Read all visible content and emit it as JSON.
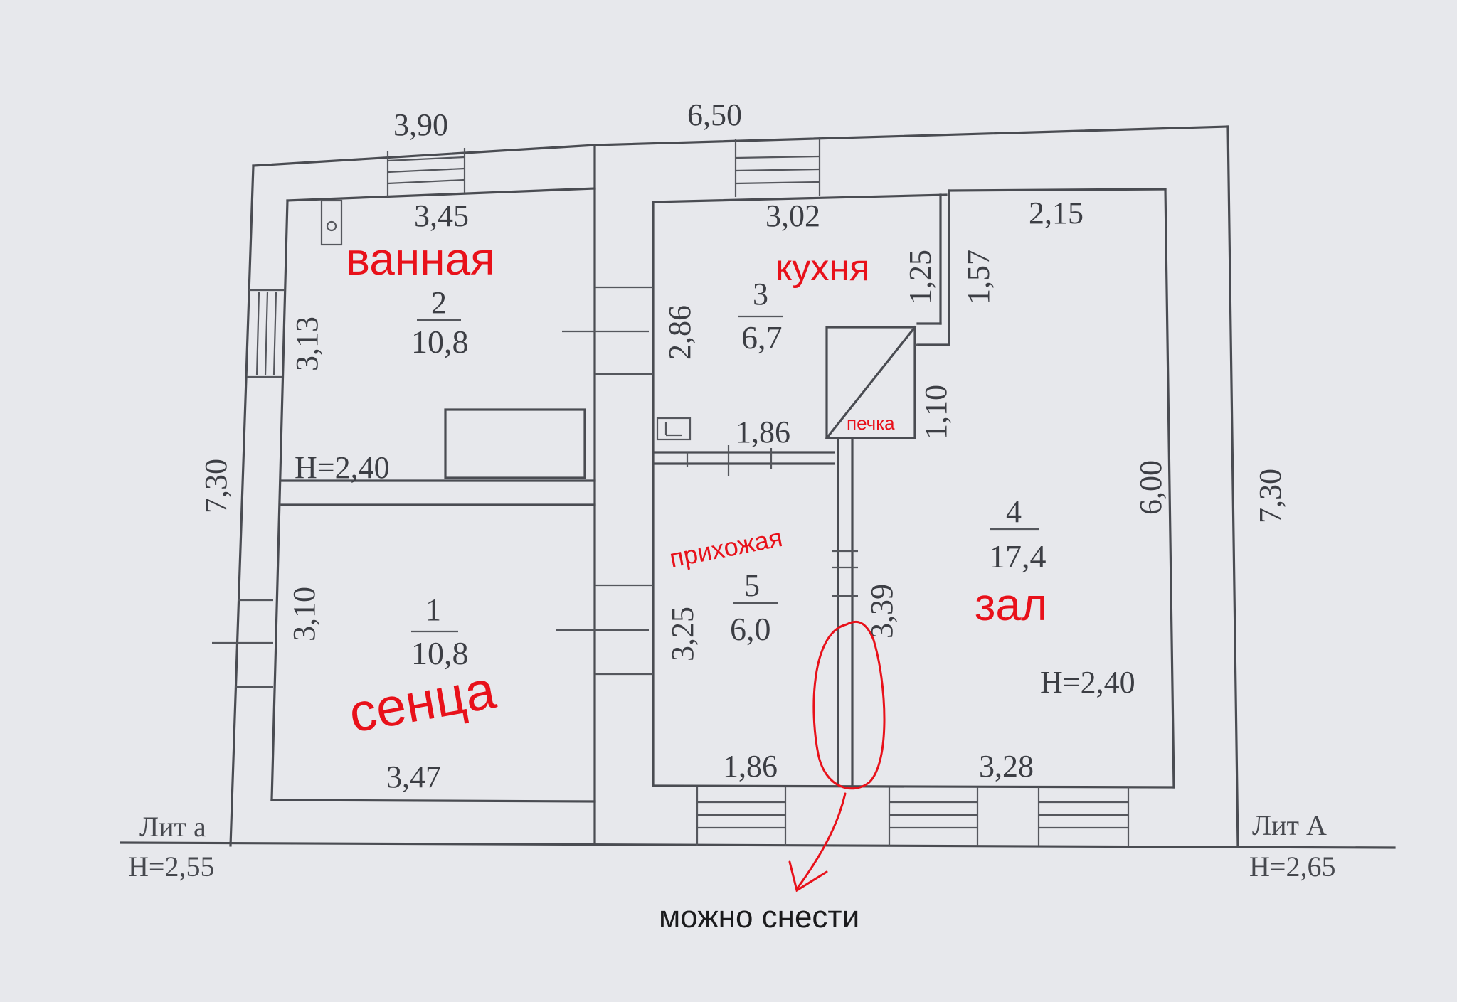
{
  "plan": {
    "overall_dimensions": {
      "top_left": "3,90",
      "top_right": "6,50",
      "left_height": "7,30",
      "right_height": "7,30"
    },
    "room_dimensions": {
      "r2_top": "3,45",
      "r2_left": "3,13",
      "r1_left": "3,10",
      "r1_bottom": "3,47",
      "kitchen_top": "3,02",
      "kitchen_left": "2,86",
      "kitchen_partition_1": "1,25",
      "kitchen_partition_2": "1,57",
      "hall_top": "2,15",
      "stove_height": "1,10",
      "corridor_width": "1,86",
      "hall_right": "6,00",
      "entry_left": "3,25",
      "partition_length": "3,39",
      "entry_bottom": "1,86",
      "hall_bottom": "3,28"
    },
    "heights": {
      "left_block": "Н=2,40",
      "right_block": "Н=2,40",
      "lit_a_small_label": "Лит а",
      "lit_a_small_height": "Н=2,55",
      "lit_a_big_label": "Лит А",
      "lit_a_big_height": "Н=2,65"
    },
    "rooms": [
      {
        "number": "1",
        "area": "10,8"
      },
      {
        "number": "2",
        "area": "10,8"
      },
      {
        "number": "3",
        "area": "6,7"
      },
      {
        "number": "4",
        "area": "17,4"
      },
      {
        "number": "5",
        "area": "6,0"
      }
    ],
    "annotations": {
      "bathroom": "ванная",
      "senca": "сенца",
      "kitchen": "кухня",
      "hallway": "прихожая",
      "hall": "зал",
      "stove": "печка",
      "can_demolish": "можно снести"
    },
    "colors": {
      "annotation": "#e8111a",
      "lines": "#4a4c52",
      "paper": "#e7e8ec"
    }
  }
}
